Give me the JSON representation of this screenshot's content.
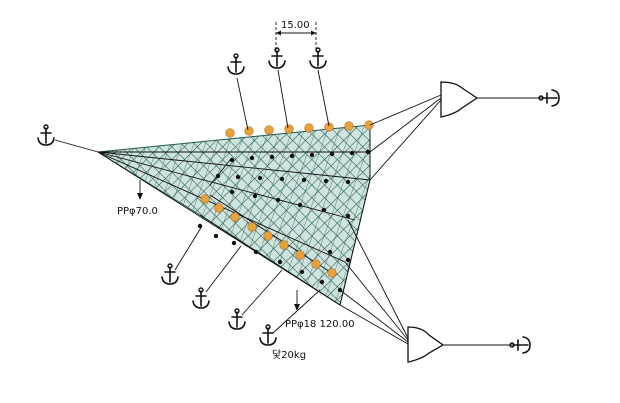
{
  "dimension": {
    "value": "15.00"
  },
  "labels": {
    "pp_left": "PPφ70.0",
    "pp_bottom": "PPφ18 120.00",
    "anchor_weight": "닻20kg"
  },
  "colors": {
    "net_fill": "#cfe3df",
    "net_mesh": "#1f5a4e",
    "float": "#e8a23c",
    "line": "#111111"
  }
}
